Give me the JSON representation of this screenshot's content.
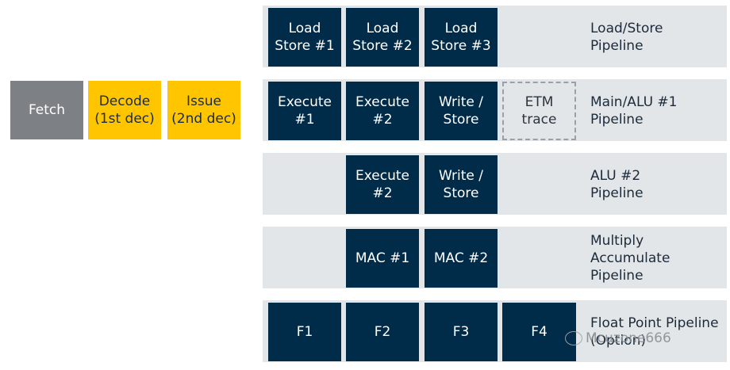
{
  "front": {
    "fetch": [
      "Fetch"
    ],
    "decode": [
      "Decode",
      "(1st dec)"
    ],
    "issue": [
      "Issue",
      "(2nd dec)"
    ]
  },
  "rows": {
    "ls": {
      "stages": [
        [
          "Load",
          "Store #1"
        ],
        [
          "Load",
          "Store #2"
        ],
        [
          "Load",
          "Store #3"
        ]
      ],
      "label": [
        "Load/Store",
        "Pipeline"
      ]
    },
    "alu1": {
      "stages": [
        [
          "Execute",
          "#1"
        ],
        [
          "Execute",
          "#2"
        ],
        [
          "Write /",
          "Store"
        ]
      ],
      "etm": [
        "ETM",
        "trace"
      ],
      "label": [
        "Main/ALU #1",
        "Pipeline"
      ]
    },
    "alu2": {
      "stages": [
        [
          "Execute",
          "#2"
        ],
        [
          "Write /",
          "Store"
        ]
      ],
      "label": [
        "ALU #2",
        "Pipeline"
      ]
    },
    "mac": {
      "stages": [
        [
          "MAC #1"
        ],
        [
          "MAC #2"
        ]
      ],
      "label": [
        "Multiply",
        "Accumulate",
        "Pipeline"
      ]
    },
    "fp": {
      "stages": [
        [
          "F1"
        ],
        [
          "F2"
        ],
        [
          "F3"
        ],
        [
          "F4"
        ]
      ],
      "label": [
        "Float Point Pipeline",
        "(Option)"
      ]
    }
  },
  "watermark": {
    "text": "Mcuzone666",
    "icon": "wechat-icon"
  },
  "colors": {
    "fetch": "#7d8185",
    "yellow": "#ffc600",
    "navy": "#002b49",
    "band": "#e3e6e8"
  }
}
